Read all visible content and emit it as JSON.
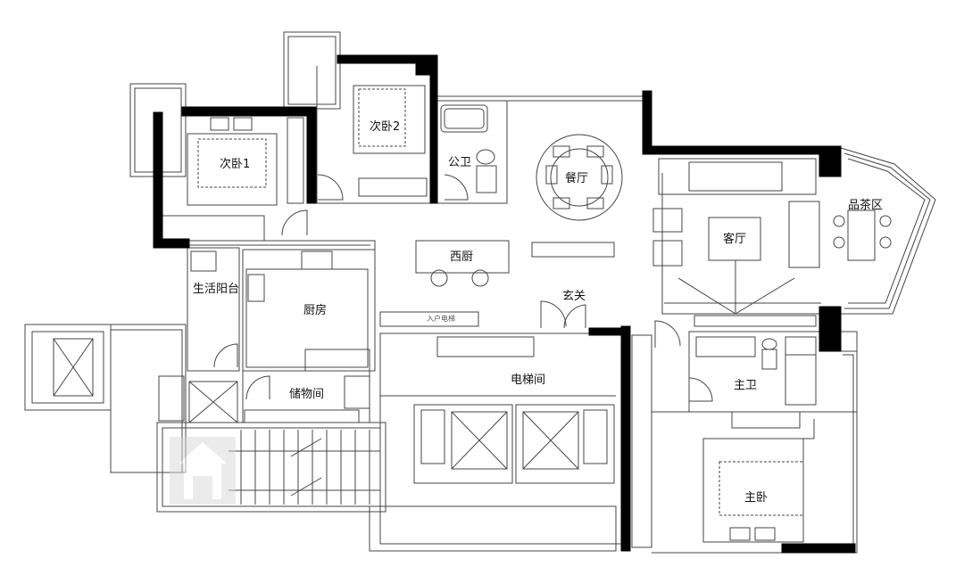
{
  "rooms": {
    "bedroom1": "次卧1",
    "bedroom2": "次卧2",
    "public_bath": "公卫",
    "dining": "餐厅",
    "living": "客厅",
    "tea_area": "品茶区",
    "western_kitchen": "西厨",
    "balcony": "生活阳台",
    "kitchen": "厨房",
    "entrance": "玄关",
    "storage": "储物间",
    "elevator_hall": "电梯间",
    "master_bath": "主卫",
    "master_bedroom": "主卧"
  },
  "annotations": {
    "elevator_sign": "入户电梯"
  },
  "colors": {
    "wall": "#000000",
    "line": "#444444",
    "background": "#ffffff"
  },
  "icons": {
    "watermark": "house-logo-icon"
  }
}
